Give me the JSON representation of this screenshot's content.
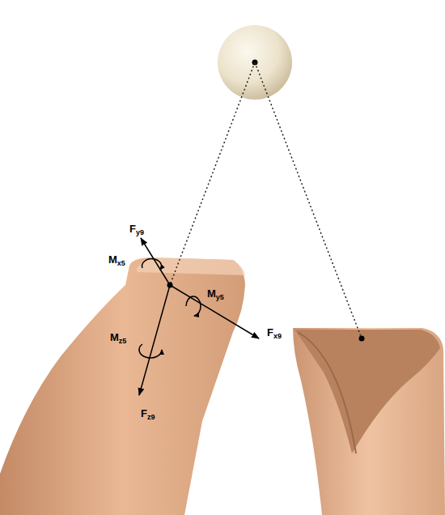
{
  "diagram": {
    "labels": [
      "Fy9",
      "Mx5",
      "My5",
      "Fx9",
      "Mz5",
      "Fz9"
    ]
  }
}
